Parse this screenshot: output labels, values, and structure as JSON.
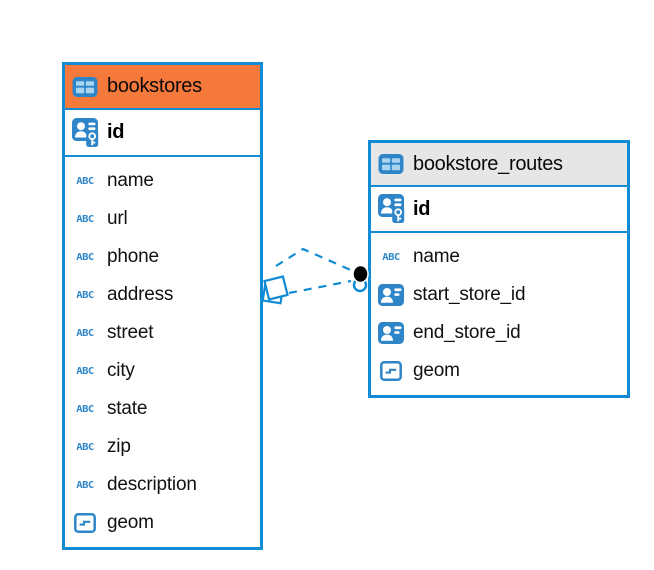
{
  "colors": {
    "accent_blue": "#118BD3",
    "icon_blue": "#2E86C8",
    "icon_cell_blue": "#A8D4F0",
    "header_orange": "#F5793B",
    "header_gray": "#E6E6E6",
    "text_black": "#0A0A0A"
  },
  "icons": {
    "text_type_glyph": "ABC",
    "table_icon": "table-grid",
    "primary_key_icon": "user-badge-with-key",
    "foreign_key_icon": "user-badge",
    "geometry_icon": "rectangle-with-line"
  },
  "tables": [
    {
      "name": "bookstores",
      "pk": {
        "label": "id"
      },
      "columns": [
        {
          "label": "name",
          "type": "text"
        },
        {
          "label": "url",
          "type": "text"
        },
        {
          "label": "phone",
          "type": "text"
        },
        {
          "label": "address",
          "type": "text"
        },
        {
          "label": "street",
          "type": "text"
        },
        {
          "label": "city",
          "type": "text"
        },
        {
          "label": "state",
          "type": "text"
        },
        {
          "label": "zip",
          "type": "text"
        },
        {
          "label": "description",
          "type": "text"
        },
        {
          "label": "geom",
          "type": "geometry"
        }
      ]
    },
    {
      "name": "bookstore_routes",
      "pk": {
        "label": "id"
      },
      "columns": [
        {
          "label": "name",
          "type": "text"
        },
        {
          "label": "start_store_id",
          "type": "foreign-key"
        },
        {
          "label": "end_store_id",
          "type": "foreign-key"
        },
        {
          "label": "geom",
          "type": "geometry"
        }
      ]
    }
  ],
  "relationship": {
    "from_table": "bookstores",
    "to_table": "bookstore_routes",
    "style": "dashed"
  }
}
